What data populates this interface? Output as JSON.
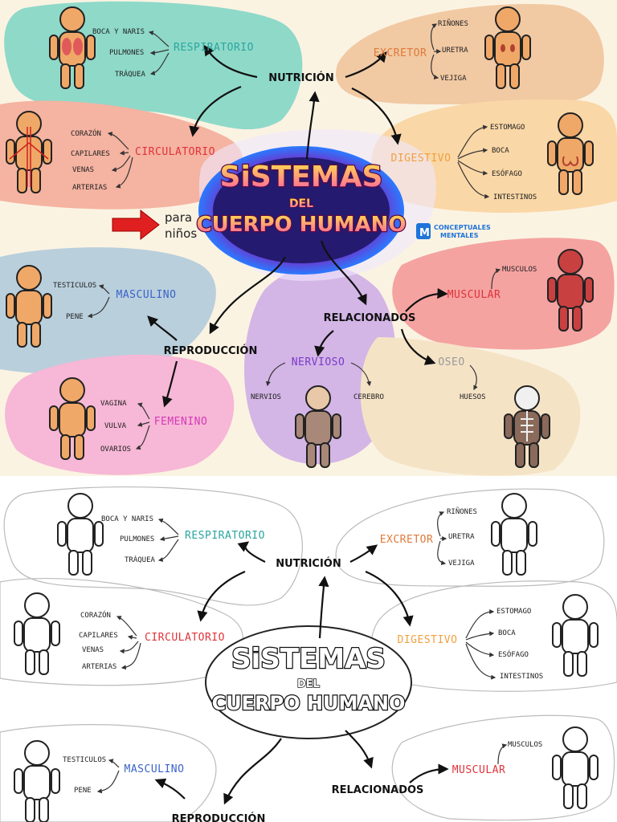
{
  "title": {
    "line1": "SiSTEMAS",
    "line2": "DEL",
    "line3": "CUERPO HUMANO"
  },
  "para_ninos": [
    "para",
    "niños"
  ],
  "brand": [
    "CONCEPTUALES",
    "MENTALES"
  ],
  "hubs": {
    "nutricion": "NUTRICIÓN",
    "reproduccion": "REPRODUCCIÓN",
    "relacionados": "RELACIONADOS"
  },
  "systems": {
    "respiratorio": {
      "label": "RESPIRATORIO",
      "color": "#2aa6a0",
      "items": [
        "BOCA Y NARIS",
        "PULMONES",
        "TRÁQUEA"
      ]
    },
    "excretor": {
      "label": "EXCRETOR",
      "color": "#e07a3a",
      "items": [
        "RIÑONES",
        "URETRA",
        "VEJIGA"
      ]
    },
    "circulatorio": {
      "label": "CIRCULATORIO",
      "color": "#e0333a",
      "items": [
        "CORAZÓN",
        "CAPILARES",
        "VENAS",
        "ARTERIAS"
      ]
    },
    "digestivo": {
      "label": "DIGESTIVO",
      "color": "#f0a040",
      "items": [
        "ESTOMAGO",
        "BOCA",
        "ESÓFAGO",
        "INTESTINOS"
      ]
    },
    "masculino": {
      "label": "MASCULINO",
      "color": "#3a62c8",
      "items": [
        "TESTICULOS",
        "PENE"
      ]
    },
    "muscular": {
      "label": "MUSCULAR",
      "color": "#e0333a",
      "items": [
        "MUSCULOS"
      ]
    },
    "femenino": {
      "label": "FEMENINO",
      "color": "#d43ab8",
      "items": [
        "VAGINA",
        "VULVA",
        "OVARIOS"
      ]
    },
    "nervioso": {
      "label": "NERVIOSO",
      "color": "#7a3ac8",
      "items": [
        "NERVIOS",
        "CEREBRO"
      ]
    },
    "oseo": {
      "label": "OSEO",
      "color": "#999999",
      "items": [
        "HUESOS"
      ]
    }
  },
  "bottom": {
    "respiratorio": {
      "label": "RESPIRATORIO",
      "items": [
        "BOCA Y NARIS",
        "PULMONES",
        "TRÁQUEA"
      ]
    },
    "excretor": {
      "label": "EXCRETOR",
      "items": [
        "RIÑONES",
        "URETRA",
        "VEJIGA"
      ]
    },
    "circulatorio": {
      "label": "CIRCULATORIO",
      "items": [
        "CORAZÓN",
        "CAPILARES",
        "VENAS",
        "ARTERIAS"
      ]
    },
    "digestivo": {
      "label": "DIGESTIVO",
      "items": [
        "ESTOMAGO",
        "BOCA",
        "ESÓFAGO",
        "INTESTINOS"
      ]
    },
    "masculino": {
      "label": "MASCULINO",
      "items": [
        "TESTICULOS",
        "PENE"
      ]
    },
    "muscular": {
      "label": "MUSCULAR",
      "items": [
        "MUSCULOS"
      ]
    },
    "nutricion": "NUTRICIÓN",
    "relacionados": "RELACIONADOS",
    "reproduccion": "REPRODUCCIÓN"
  }
}
